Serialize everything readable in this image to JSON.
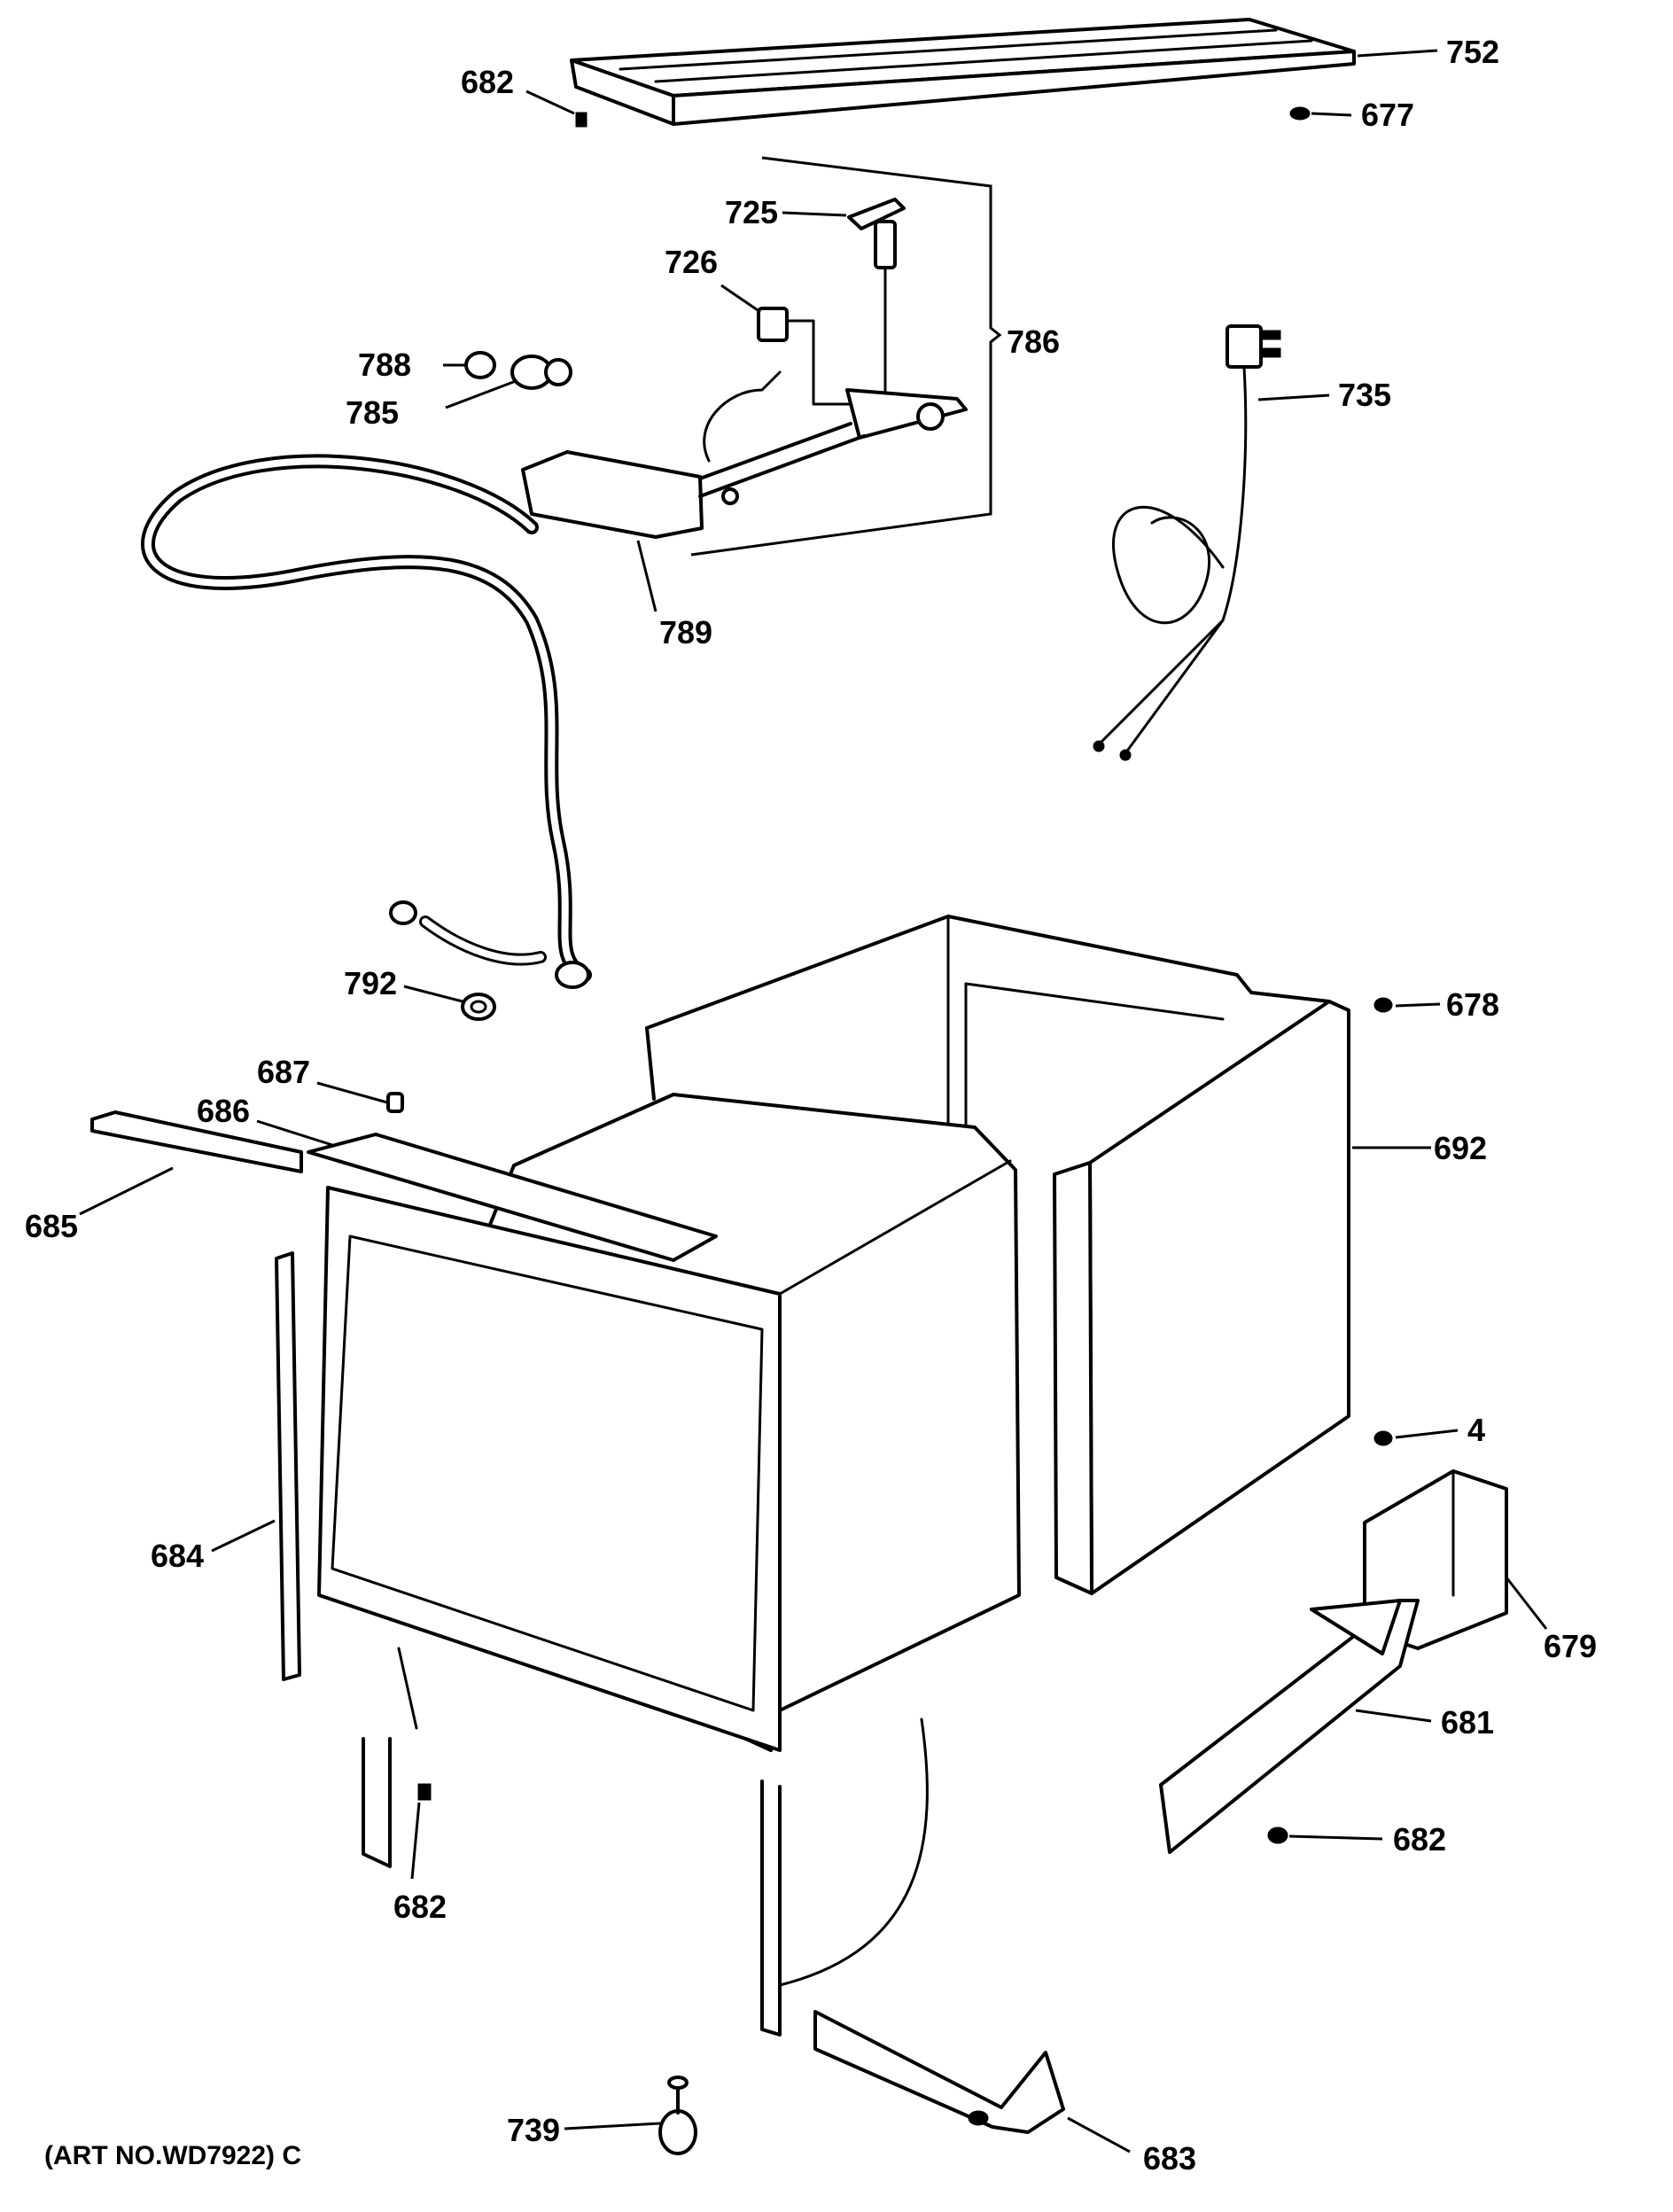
{
  "diagram": {
    "art_number": "(ART NO.WD7922) C",
    "callouts": {
      "c752": "752",
      "c682_top": "682",
      "c677": "677",
      "c725": "725",
      "c726": "726",
      "c786": "786",
      "c788": "788",
      "c785": "785",
      "c735": "735",
      "c789": "789",
      "c792": "792",
      "c687": "687",
      "c686": "686",
      "c685": "685",
      "c678": "678",
      "c692": "692",
      "c4": "4",
      "c684": "684",
      "c679": "679",
      "c681": "681",
      "c682_right": "682",
      "c682_bottom": "682",
      "c739": "739",
      "c683": "683"
    }
  }
}
